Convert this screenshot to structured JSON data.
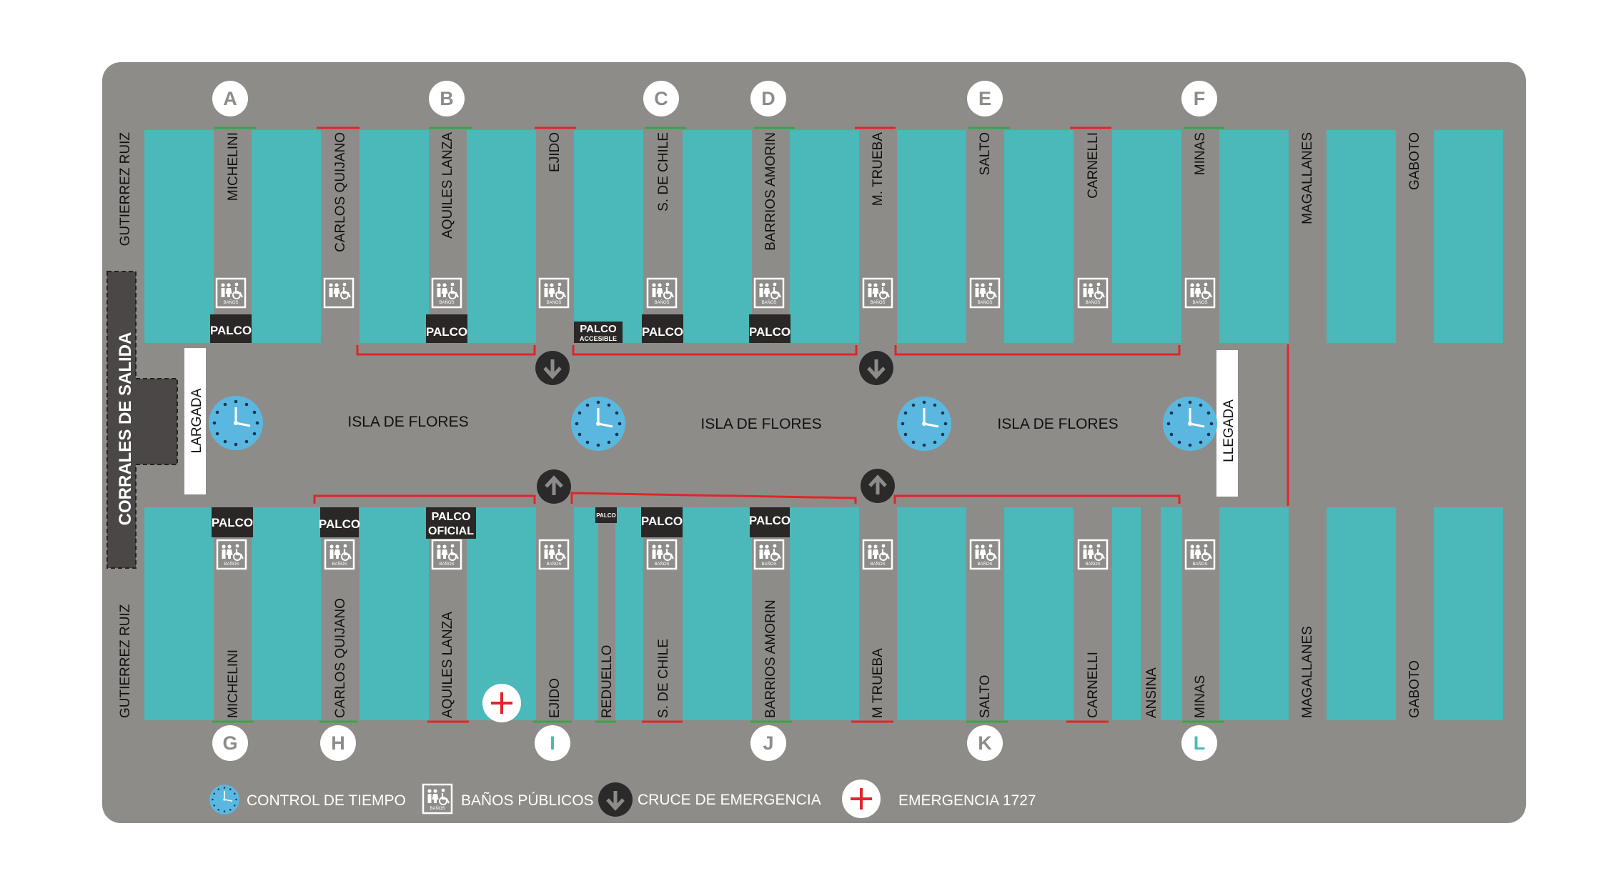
{
  "colors": {
    "board": "#8e8c89",
    "block": "#4bb8b9",
    "palco": "#2a2726",
    "corral": "#4a4746",
    "barrier": "#e0252b",
    "green": "#3aa34a",
    "clock": "#5ab8e0",
    "white": "#ffffff",
    "text": "#111111"
  },
  "top_letters": [
    "A",
    "B",
    "C",
    "D",
    "E",
    "F"
  ],
  "bottom_letters": [
    "G",
    "H",
    "I",
    "J",
    "K",
    "L"
  ],
  "top_streets": [
    "GUTIERREZ RUIZ",
    "MICHELINI",
    "CARLOS QUIJANO",
    "AQUILES LANZA",
    "EJIDO",
    "S. DE CHILE",
    "BARRIOS AMORIN",
    "M. TRUEBA",
    "SALTO",
    "CARNELLI",
    "MINAS",
    "MAGALLANES",
    "GABOTO"
  ],
  "bottom_streets": [
    "GUTIERREZ RUIZ",
    "MICHELINI",
    "CARLOS QUIJANO",
    "AQUILES LANZA",
    "EJIDO",
    "REDUELLO",
    "S. DE CHILE",
    "BARRIOS AMORIN",
    "M TRUEBA",
    "SALTO",
    "CARNELLI",
    "ANSINA",
    "MINAS",
    "MAGALLANES",
    "GABOTO"
  ],
  "palco": "PALCO",
  "palco_accesible": [
    "PALCO",
    "ACCESIBLE"
  ],
  "palco_oficial": [
    "PALCO",
    "OFICIAL"
  ],
  "corrales": "CORRALES DE SALIDA",
  "largada": "LARGADA",
  "llegada": "LLEGADA",
  "isla": "ISLA DE FLORES",
  "banos_small": "BAÑOS",
  "legend": {
    "control": "CONTROL DE TIEMPO",
    "banos": "BAÑOS PÚBLICOS",
    "cruce": "CRUCE DE EMERGENCIA",
    "emergencia": "EMERGENCIA 1727"
  },
  "icons": {
    "clock": "clock-icon",
    "restroom": "restroom-icon",
    "arrow_down": "arrow-down-icon",
    "arrow_up": "arrow-up-icon",
    "emergency": "emergency-cross-icon"
  }
}
